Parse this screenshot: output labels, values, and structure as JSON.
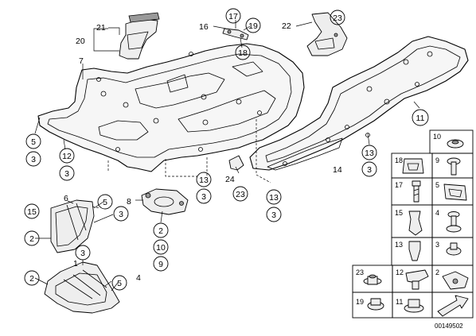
{
  "diagram": {
    "callouts": {
      "c21": "21",
      "c20": "20",
      "c16": "16",
      "c17": "17",
      "c19": "19",
      "c18": "18",
      "c22": "22",
      "c23a": "23",
      "c7": "7",
      "c11": "11",
      "c5a": "5",
      "c3a": "3",
      "c12": "12",
      "c3b": "3",
      "c24": "24",
      "c23b": "23",
      "c13a": "13",
      "c3c": "3",
      "c13b": "13",
      "c3d": "3",
      "c13c": "13",
      "c3e": "3",
      "c14": "14",
      "c8": "8",
      "c6": "6",
      "c15": "15",
      "c5b": "5",
      "c3f": "3",
      "c2a": "2",
      "c2b": "2",
      "c10": "10",
      "c9": "9",
      "c3g": "3",
      "c1": "1",
      "c2c": "2",
      "c5c": "5",
      "c4": "4"
    },
    "reference": "00149502"
  },
  "legend": {
    "l10": "10",
    "l18": "18",
    "l9": "9",
    "l17": "17",
    "l5": "5",
    "l15": "15",
    "l4": "4",
    "l13": "13",
    "l3": "3",
    "l23": "23",
    "l12": "12",
    "l2": "2",
    "l19": "19",
    "l11": "11"
  }
}
